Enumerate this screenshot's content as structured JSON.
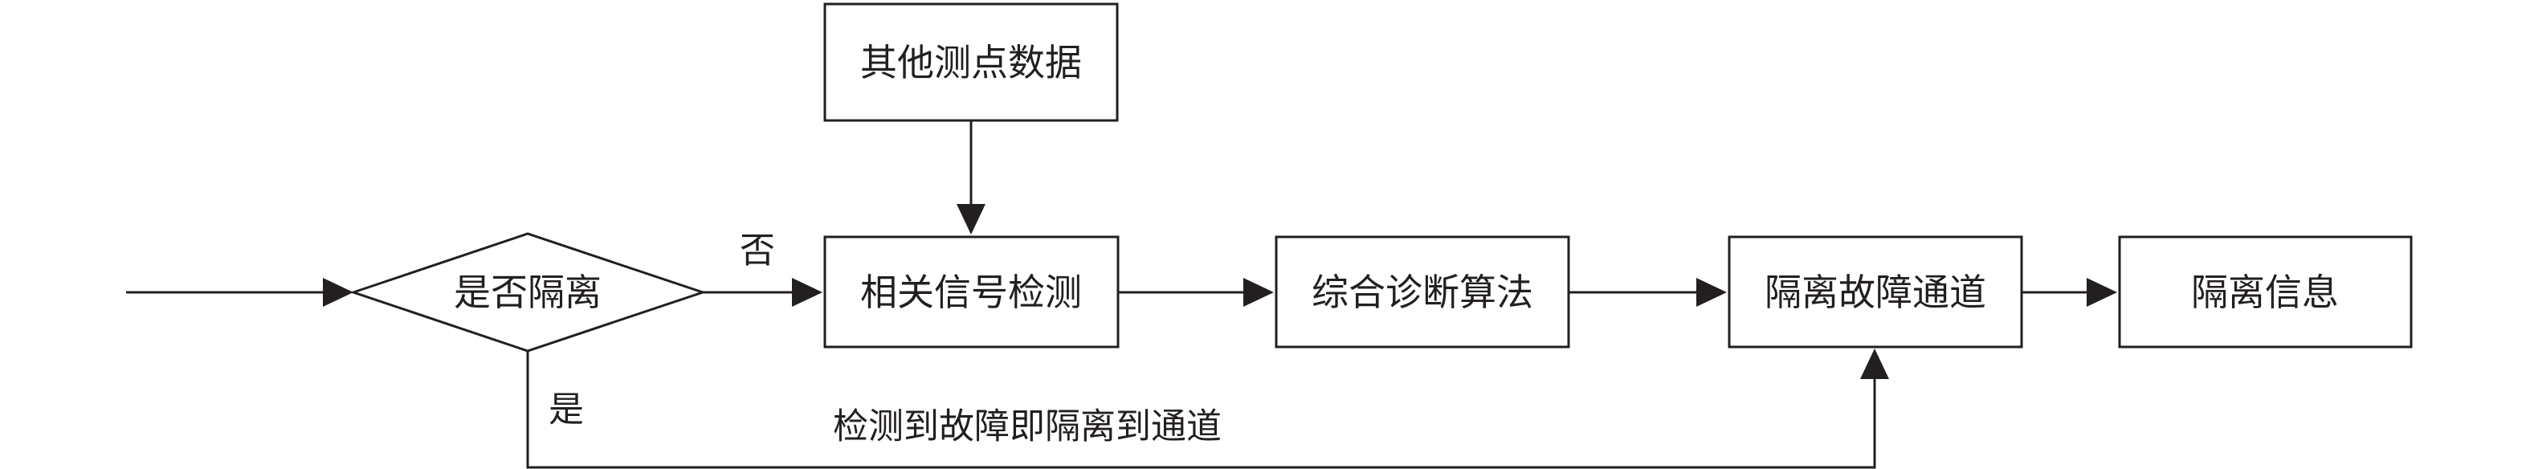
{
  "nodes": {
    "other_data": "其他测点数据",
    "isolate_check": "是否隔离",
    "signal_detect": "相关信号检测",
    "diagnosis": "综合诊断算法",
    "isolate_channel": "隔离故障通道",
    "isolate_info": "隔离信息"
  },
  "edges": {
    "no_label": "否",
    "yes_label": "是",
    "bypass_label": "检测到故障即隔离到通道"
  },
  "colors": {
    "stroke": "#231f20",
    "fill": "#ffffff"
  }
}
